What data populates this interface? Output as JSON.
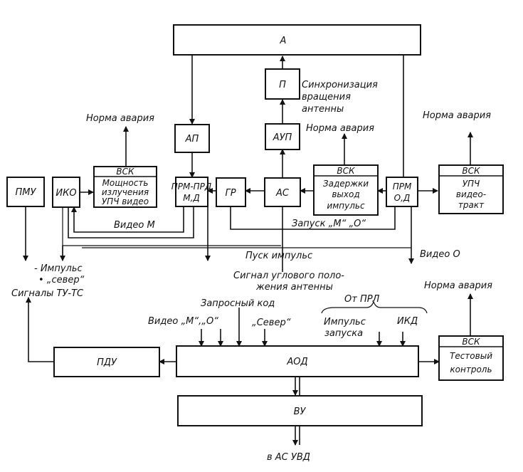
{
  "blocks": {
    "A": "А",
    "P": "П",
    "AP": "АП",
    "AUP": "АУП",
    "PMU": "ПМУ",
    "IKO": "ИКО",
    "VSK1": {
      "title": "ВСК",
      "lines": [
        "Мощность",
        "излучения",
        "УПЧ видео"
      ]
    },
    "PRM_PRD": {
      "line1": "ПРМ-ПРД",
      "line2": "М,Д"
    },
    "GR": "ГР",
    "AS": "АС",
    "VSK2": {
      "title": "ВСК",
      "lines": [
        "Задержки",
        "выход",
        "импульс"
      ]
    },
    "PRM_OD": {
      "line1": "ПРМ",
      "line2": "О,Д"
    },
    "VSK3": {
      "title": "ВСК",
      "lines": [
        "УПЧ",
        "видео-",
        "тракт"
      ]
    },
    "PDU": "ПДУ",
    "AOD": "АОД",
    "VU": "ВУ",
    "VSK4": {
      "title": "ВСК",
      "lines": [
        "Тестовый",
        "контроль"
      ]
    }
  },
  "labels": {
    "sync1": "Синхронизация",
    "sync2": "вращения",
    "sync3": "антенны",
    "norma1": "Норма авария",
    "norma2": "Норма авария",
    "norma3": "Норма авария",
    "norma4": "Норма авария",
    "video_m": "Видео М",
    "zapusk": "Запуск „М“ „О“",
    "pusk": "Пуск импульс",
    "video_o": "Видео О",
    "impuls": "- Импульс",
    "sever_q": "• „север“",
    "signaly": "Сигналы ТУ-ТС",
    "signal_ugl1": "Сигнал углового поло-",
    "signal_ugl2": "жения антенны",
    "zaprosny": "Запросный код",
    "ot_prl": "От ПРЛ",
    "video_mo": "Видео „М“,„О“",
    "sever": "„Север“",
    "impuls_zap1": "Импульс",
    "impuls_zap2": "запуска",
    "ikd": "ИКД",
    "v_as_uvd": "в АС УВД"
  }
}
